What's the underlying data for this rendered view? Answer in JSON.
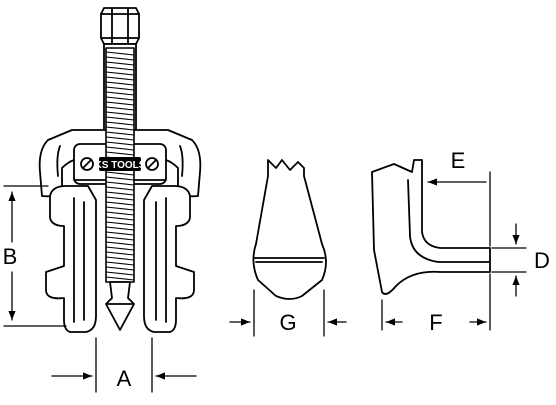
{
  "diagram": {
    "brand": "KS TOOLS",
    "labels": {
      "a": "A",
      "b": "B",
      "d": "D",
      "e": "E",
      "f": "F",
      "g": "G"
    }
  },
  "colors": {
    "ink": "#000000",
    "paper": "#ffffff",
    "badge": "#000000"
  }
}
